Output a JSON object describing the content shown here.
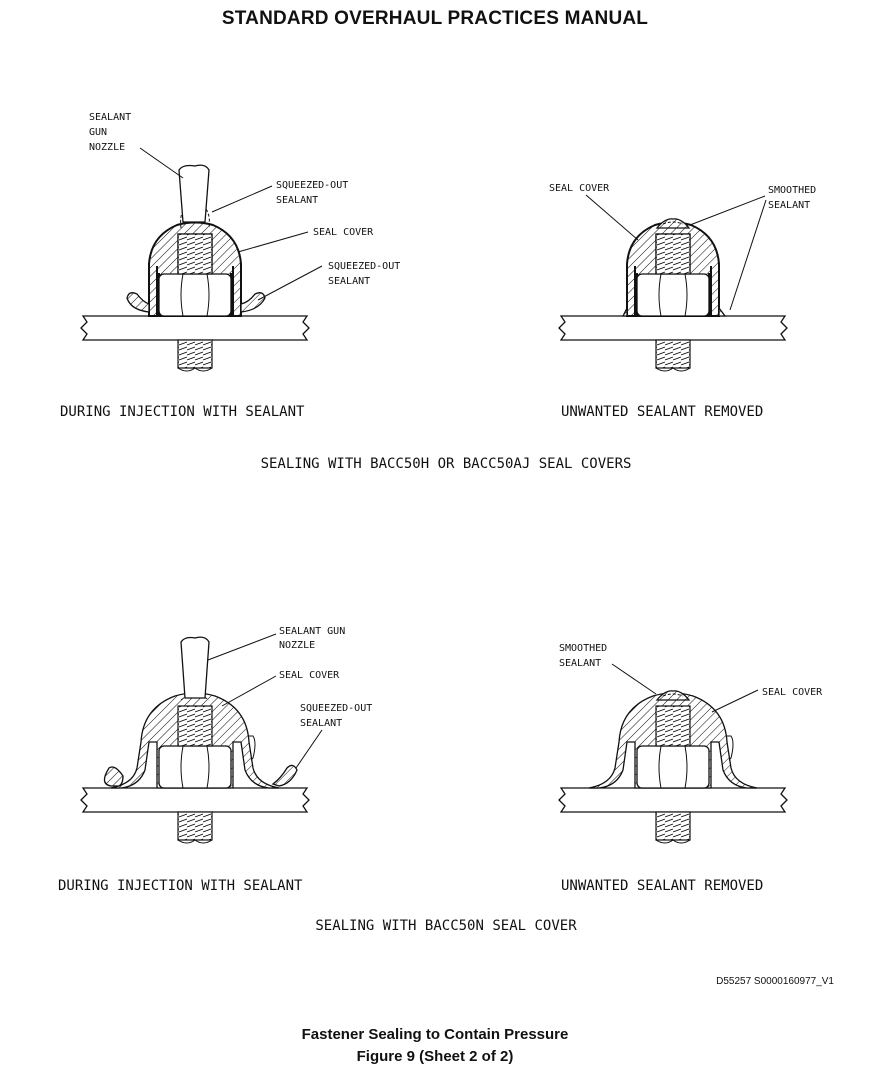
{
  "header": {
    "manual_title": "STANDARD OVERHAUL PRACTICES MANUAL"
  },
  "top_section": {
    "title": "SEALING WITH BACC50H OR BACC50AJ SEAL COVERS",
    "left": {
      "caption": "DURING INJECTION WITH SEALANT",
      "labels": {
        "nozzle_1": "SEALANT",
        "nozzle_2": "GUN",
        "nozzle_3": "NOZZLE",
        "squeezed_top_1": "SQUEEZED-OUT",
        "squeezed_top_2": "SEALANT",
        "seal_cover": "SEAL COVER",
        "squeezed_side_1": "SQUEEZED-OUT",
        "squeezed_side_2": "SEALANT"
      }
    },
    "right": {
      "caption": "UNWANTED SEALANT REMOVED",
      "labels": {
        "seal_cover": "SEAL COVER",
        "smoothed_1": "SMOOTHED",
        "smoothed_2": "SEALANT"
      }
    }
  },
  "bottom_section": {
    "title": "SEALING WITH BACC50N SEAL COVER",
    "left": {
      "caption": "DURING INJECTION WITH SEALANT",
      "labels": {
        "nozzle_1": "SEALANT GUN",
        "nozzle_2": "NOZZLE",
        "seal_cover": "SEAL COVER",
        "squeezed_1": "SQUEEZED-OUT",
        "squeezed_2": "SEALANT"
      }
    },
    "right": {
      "caption": "UNWANTED SEALANT REMOVED",
      "labels": {
        "smoothed_1": "SMOOTHED",
        "smoothed_2": "SEALANT",
        "seal_cover": "SEAL COVER"
      }
    }
  },
  "drawing_id": "D55257 S0000160977_V1",
  "figure": {
    "caption": "Fastener Sealing to Contain Pressure",
    "sheet": "Figure 9  (Sheet 2 of 2)"
  }
}
